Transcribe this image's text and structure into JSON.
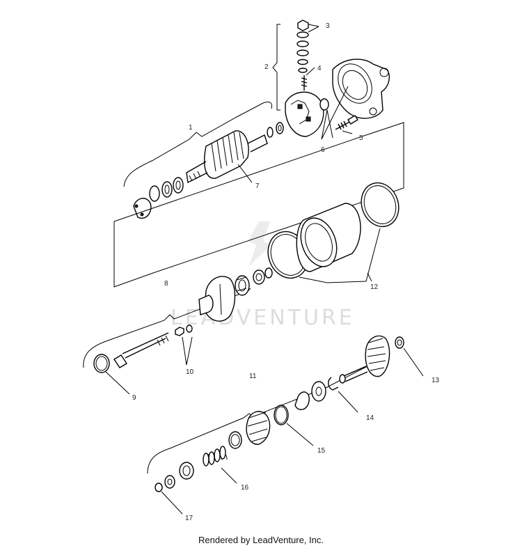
{
  "diagram": {
    "callouts": [
      "1",
      "2",
      "3",
      "4",
      "5",
      "6",
      "7",
      "8",
      "9",
      "10",
      "11",
      "12",
      "13",
      "14",
      "15",
      "16",
      "17"
    ],
    "watermark_text": "LEADVENTURE",
    "footer": "Rendered by LeadVenture, Inc."
  }
}
